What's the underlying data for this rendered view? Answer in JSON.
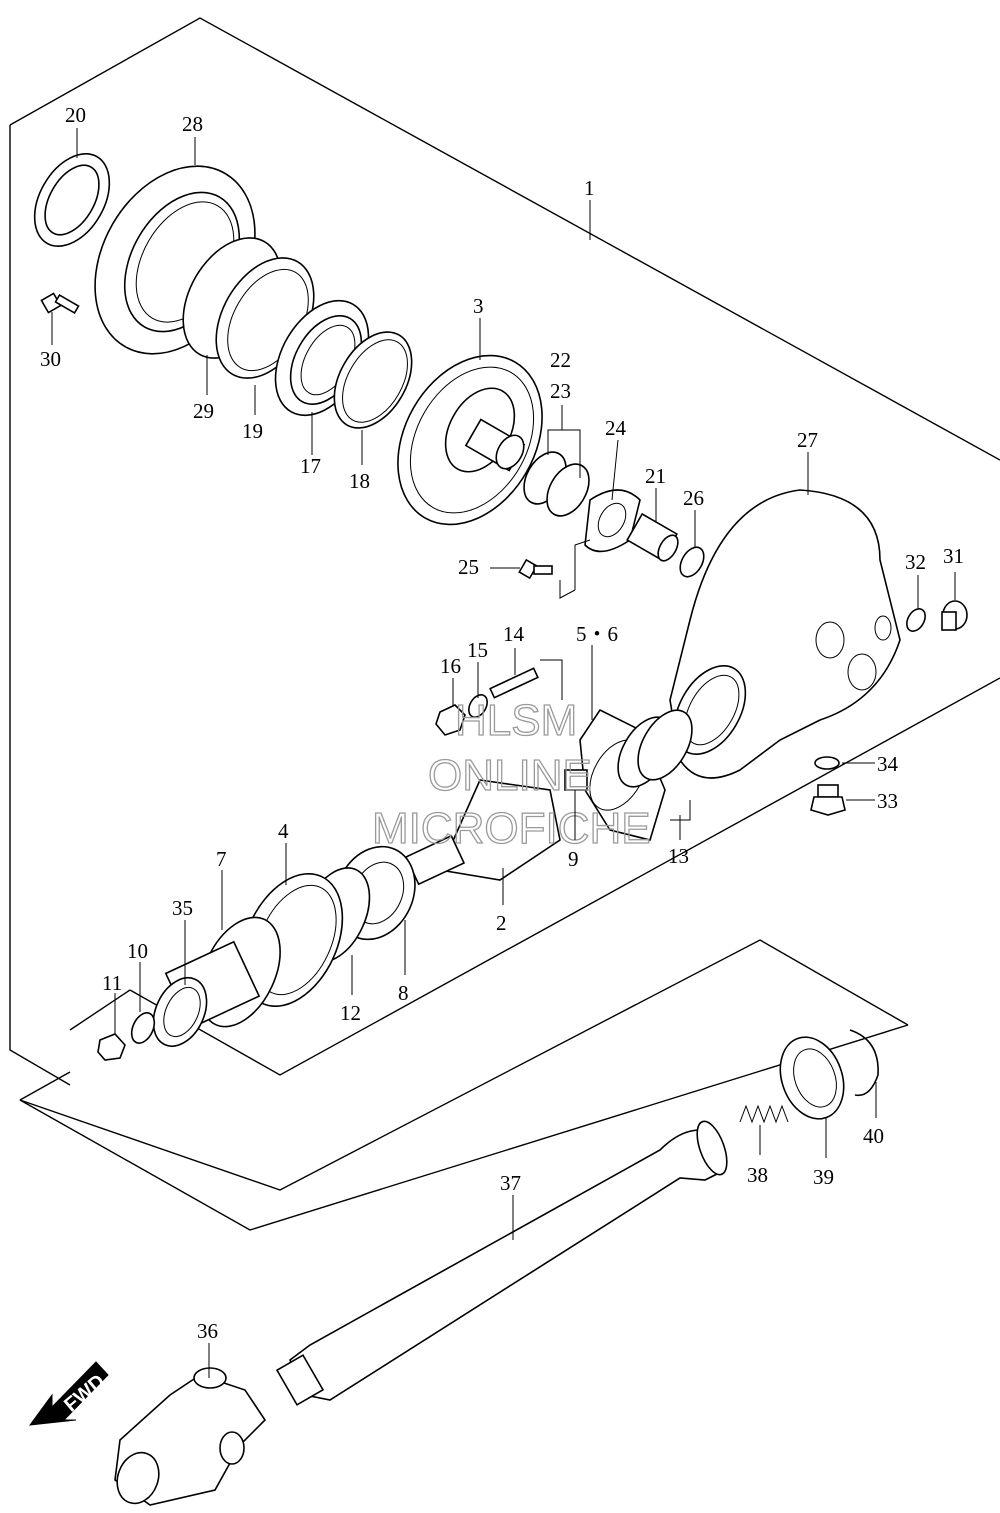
{
  "callouts": [
    {
      "id": "20",
      "text": "20"
    },
    {
      "id": "28",
      "text": "28"
    },
    {
      "id": "1",
      "text": "1"
    },
    {
      "id": "30",
      "text": "30"
    },
    {
      "id": "3",
      "text": "3"
    },
    {
      "id": "22",
      "text": "22"
    },
    {
      "id": "23",
      "text": "23"
    },
    {
      "id": "24",
      "text": "24"
    },
    {
      "id": "27",
      "text": "27"
    },
    {
      "id": "29",
      "text": "29"
    },
    {
      "id": "19",
      "text": "19"
    },
    {
      "id": "17",
      "text": "17"
    },
    {
      "id": "18",
      "text": "18"
    },
    {
      "id": "21",
      "text": "21"
    },
    {
      "id": "26",
      "text": "26"
    },
    {
      "id": "25",
      "text": "25"
    },
    {
      "id": "32",
      "text": "32"
    },
    {
      "id": "31",
      "text": "31"
    },
    {
      "id": "14",
      "text": "14"
    },
    {
      "id": "16",
      "text": "16"
    },
    {
      "id": "15",
      "text": "15"
    },
    {
      "id": "5-6",
      "text": "5・6"
    },
    {
      "id": "34",
      "text": "34"
    },
    {
      "id": "33",
      "text": "33"
    },
    {
      "id": "9",
      "text": "9"
    },
    {
      "id": "13",
      "text": "13"
    },
    {
      "id": "4",
      "text": "4"
    },
    {
      "id": "7",
      "text": "7"
    },
    {
      "id": "35",
      "text": "35"
    },
    {
      "id": "2",
      "text": "2"
    },
    {
      "id": "10",
      "text": "10"
    },
    {
      "id": "11",
      "text": "11"
    },
    {
      "id": "12",
      "text": "12"
    },
    {
      "id": "8",
      "text": "8"
    },
    {
      "id": "40",
      "text": "40"
    },
    {
      "id": "38",
      "text": "38"
    },
    {
      "id": "39",
      "text": "39"
    },
    {
      "id": "37",
      "text": "37"
    },
    {
      "id": "36",
      "text": "36"
    }
  ],
  "watermark": {
    "line1": "HLSM",
    "line2": "ONLINE",
    "line3": "MICROFICHE"
  },
  "fwd_label": "FWD"
}
